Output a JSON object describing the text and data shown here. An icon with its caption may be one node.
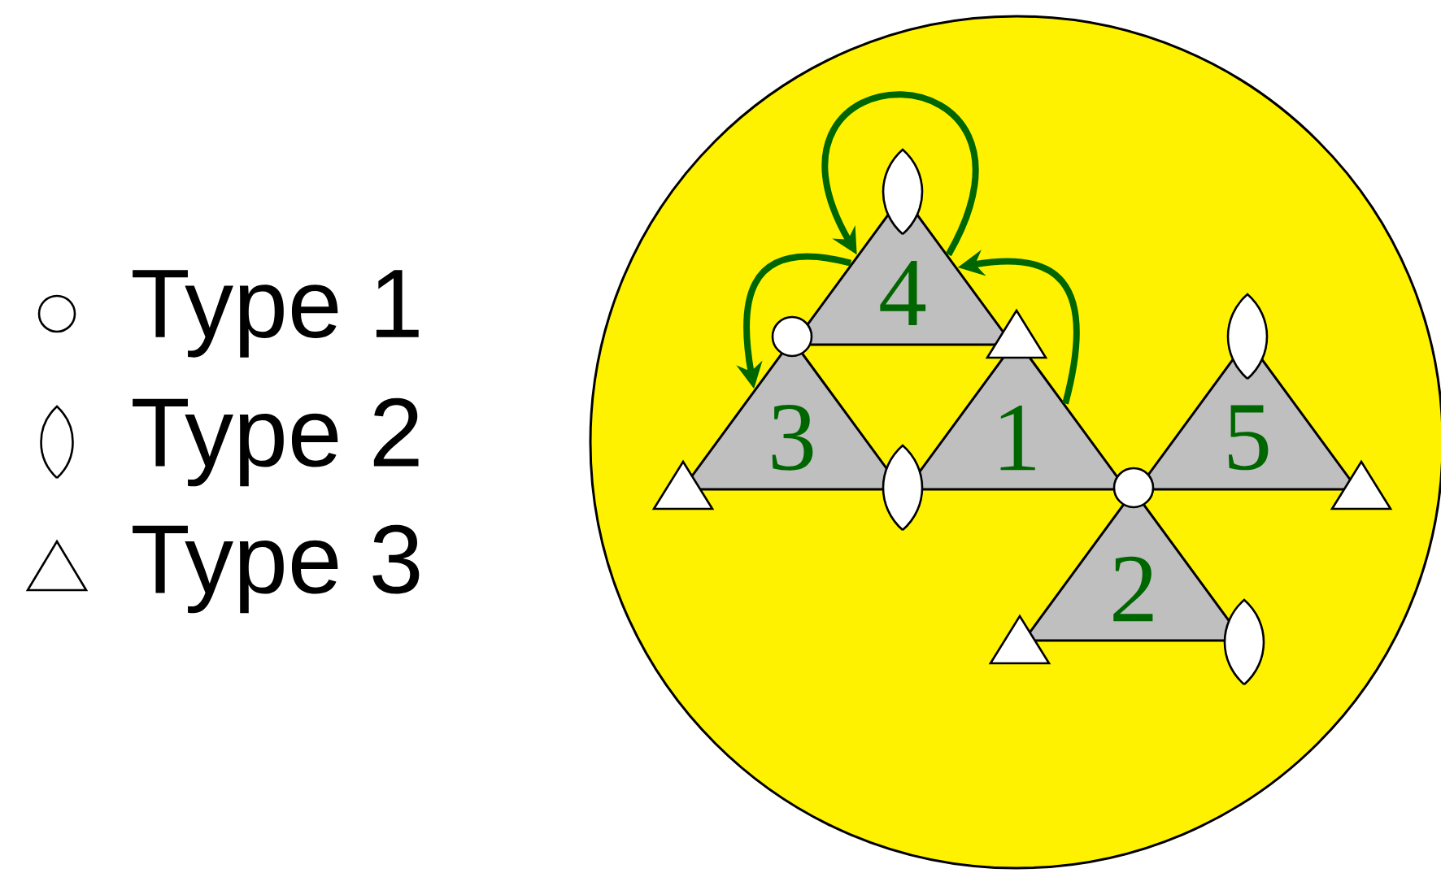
{
  "diagram": {
    "nodes": [
      {
        "text": [],
        "shape": "circle"
      },
      {
        "text": [
          "4"
        ],
        "in": 0
      },
      {
        "text": [
          "3"
        ],
        "in": 0
      },
      {
        "text": [
          "1"
        ],
        "in": 0
      },
      {
        "text": [
          "5"
        ],
        "in": 0
      },
      {
        "text": [
          "2"
        ],
        "in": 0
      }
    ],
    "edges": [
      {
        "from": 3,
        "to": 1,
        "arrow": "to"
      },
      {
        "from": 1,
        "to": 1,
        "arrow": "to"
      },
      {
        "from": 1,
        "to": 2,
        "arrow": "to"
      }
    ],
    "legend": [
      {
        "text": "Type 1"
      },
      {
        "text": "Type 2"
      },
      {
        "text": "Type 3"
      }
    ]
  }
}
